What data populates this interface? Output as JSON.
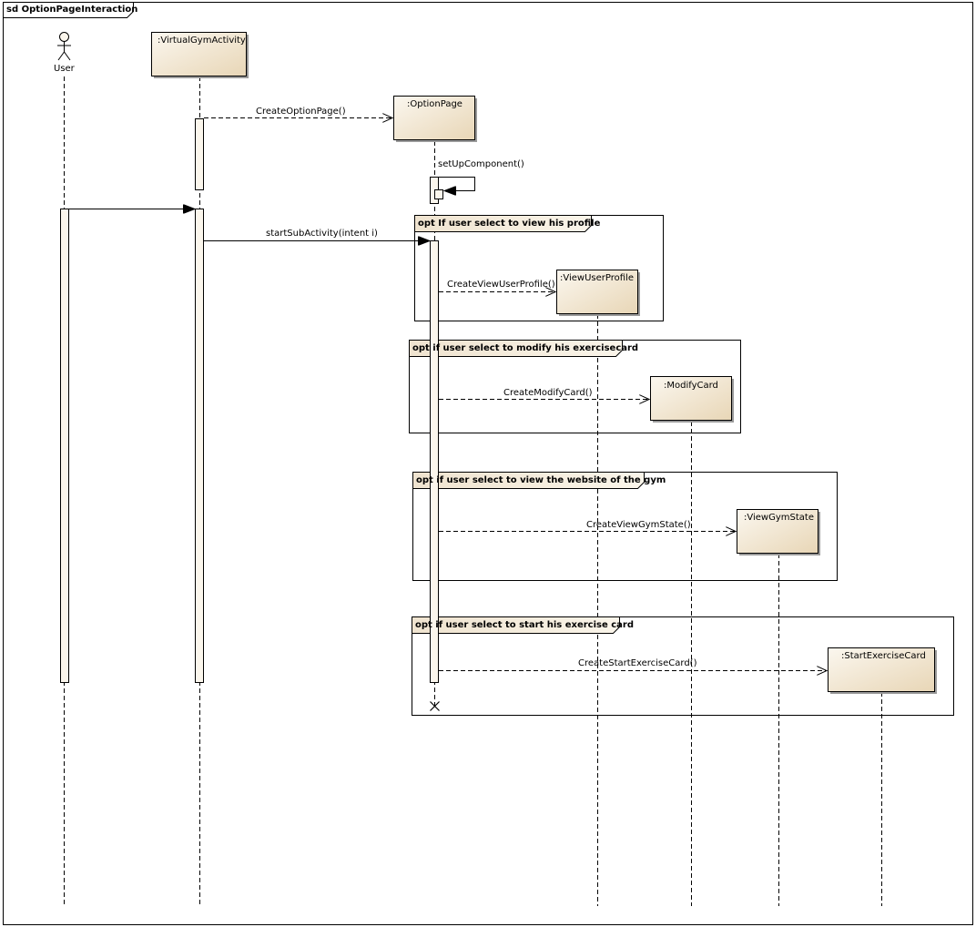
{
  "diagram": {
    "title": "sd OptionPageInteraction"
  },
  "actor": {
    "name": "User"
  },
  "lifelines": {
    "virtual_gym": ":VirtualGymActivity",
    "option_page": ":OptionPage",
    "view_user_profile": ":ViewUserProfile",
    "modify_card": ":ModifyCard",
    "view_gym_state": ":ViewGymState",
    "start_exercise_card": ":StartExerciseCard"
  },
  "messages": {
    "create_option_page": "CreateOptionPage()",
    "set_up_component": "setUpComponent()",
    "start_sub_activity": "startSubActivity(intent i)",
    "create_view_user_profile": "CreateViewUserProfile()",
    "create_modify_card": "CreateModifyCard()",
    "create_view_gym_state": "CreateViewGymState()",
    "create_start_exercise_card": "CreateStartExerciseCard()"
  },
  "fragments": {
    "opt1": "opt If user select to view his profile",
    "opt2": "opt if user select to modify his exercisecard",
    "opt3": "opt if user select to view the website of the gym",
    "opt4": "opt if user select to start his exercise card"
  },
  "colors": {
    "box_fill_light": "#fbf7ef",
    "box_fill_dark": "#ecdcc0",
    "activation_fill": "#fbf6ec",
    "line": "#000000",
    "shadow": "#9a9a9a"
  }
}
